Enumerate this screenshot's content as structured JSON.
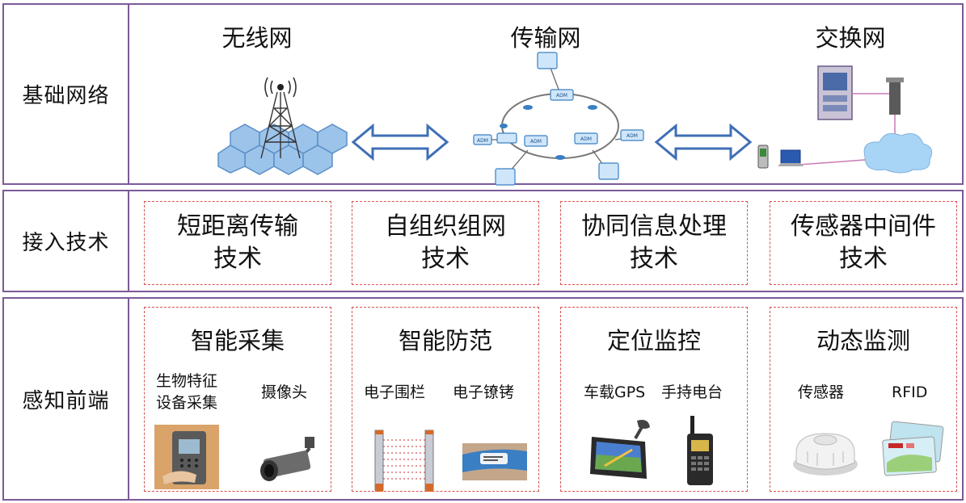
{
  "rows": {
    "base": {
      "label": "基础网络"
    },
    "access": {
      "label": "接入技术"
    },
    "sensing": {
      "label": "感知前端"
    }
  },
  "networks": {
    "wireless": "无线网",
    "transport": "传输网",
    "switching": "交换网"
  },
  "transport_nodes": [
    "ADM",
    "ADM",
    "ADM",
    "ADM",
    "ADM"
  ],
  "access_tech": [
    {
      "line1": "短距离传输",
      "line2": "技术"
    },
    {
      "line1": "自组织组网",
      "line2": "技术"
    },
    {
      "line1": "协同信息处理",
      "line2": "技术"
    },
    {
      "line1": "传感器中间件",
      "line2": "技术"
    }
  ],
  "frontend": [
    {
      "title": "智能采集",
      "items": [
        "生物特征\n设备采集",
        "摄像头"
      ]
    },
    {
      "title": "智能防范",
      "items": [
        "电子围栏",
        "电子镣铐"
      ]
    },
    {
      "title": "定位监控",
      "items": [
        "车载GPS",
        "手持电台"
      ]
    },
    {
      "title": "动态监测",
      "items": [
        "传感器",
        "RFID"
      ]
    }
  ],
  "colors": {
    "frame": "#7b5a98",
    "dash": "#d9534f",
    "arrow": "#3f6fb5",
    "hex": "#9cc3ea",
    "cloud": "#a8d4f5"
  }
}
